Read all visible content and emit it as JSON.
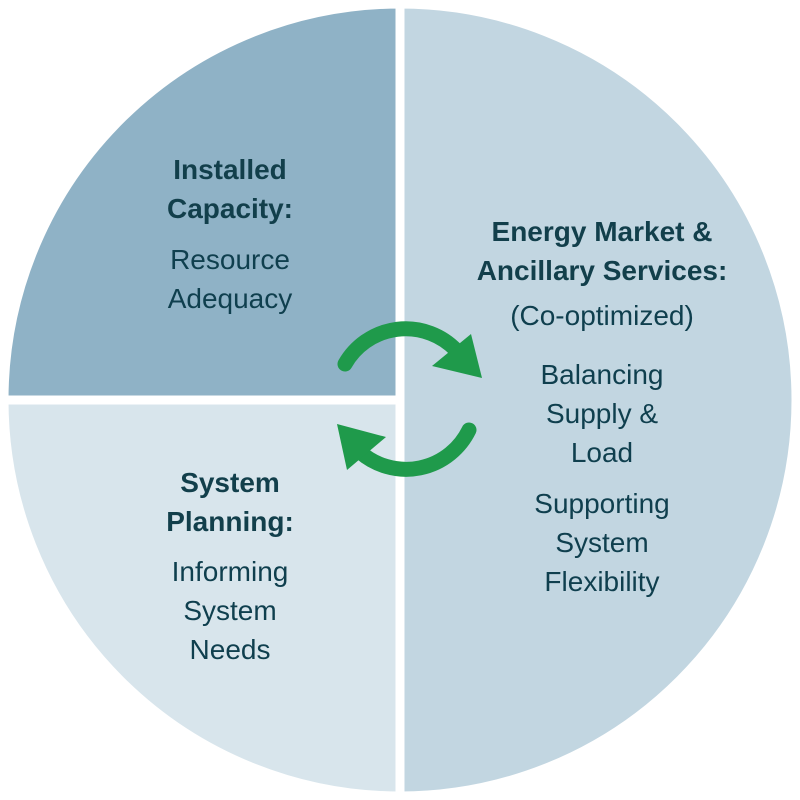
{
  "quadrant_installed_capacity": {
    "title_lines": [
      "Installed",
      "Capacity:"
    ],
    "body_lines": [
      "Resource",
      "Adequacy"
    ]
  },
  "quadrant_system_planning": {
    "title_lines": [
      "System",
      "Planning:"
    ],
    "body_lines": [
      "Informing",
      "System",
      "Needs"
    ]
  },
  "half_energy_market": {
    "title_lines": [
      "Energy Market &",
      "Ancillary Services:"
    ],
    "note": "(Co-optimized)",
    "body1_lines": [
      "Balancing",
      "Supply &",
      "Load"
    ],
    "body2_lines": [
      "Supporting",
      "System",
      "Flexibility"
    ]
  },
  "colors": {
    "installed_capacity": "#8fb2c6",
    "energy_market": "#c2d6e1",
    "system_planning": "#d8e5ec",
    "arrows": "#1f9a4b",
    "text": "#0f3f4e"
  },
  "icons": [
    "cycle-arrow-top-icon",
    "cycle-arrow-bottom-icon"
  ]
}
